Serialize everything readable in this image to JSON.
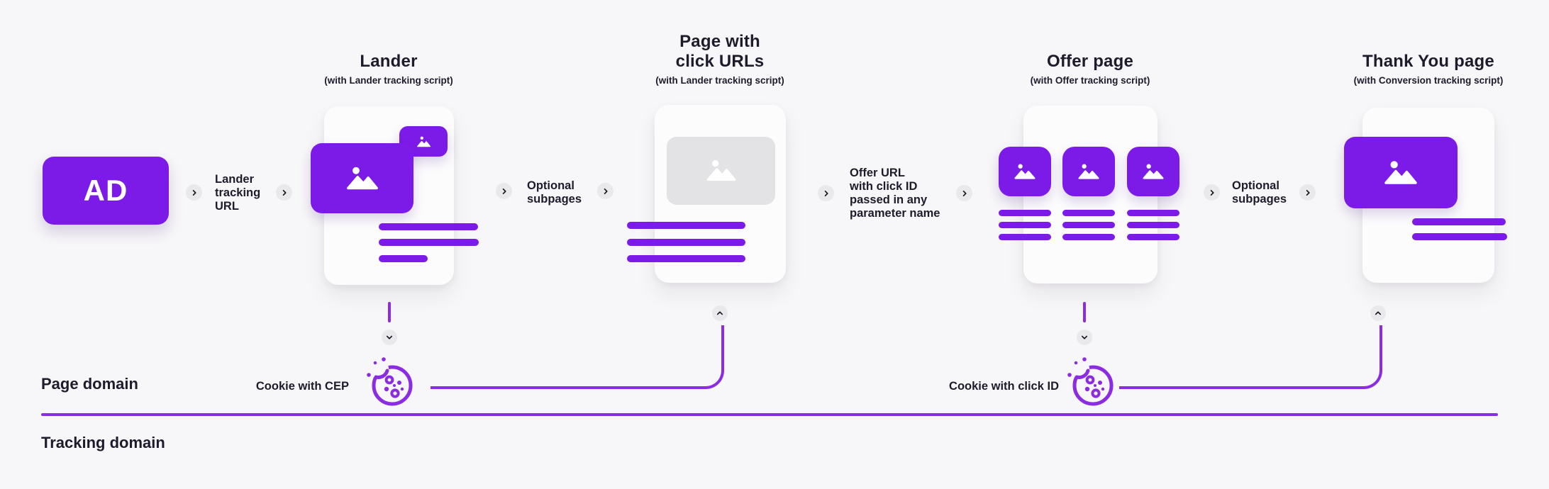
{
  "colors": {
    "background": "#f7f6f8",
    "accent_purple": "#7c1be8",
    "line_purple": "#8b2be2",
    "text_dark": "#1d1b2c",
    "card_bg": "#fcfcfd",
    "gray_placeholder": "#e3e3e5",
    "chevron_circle_bg": "#e9e8ea"
  },
  "icons": {
    "step_arrow": "chevron-right-icon",
    "flow_down": "chevron-down-icon",
    "flow_up": "chevron-up-icon",
    "cookie": "cookie-icon",
    "image_placeholder": "image-icon"
  },
  "flow": {
    "ad": {
      "label": "AD"
    },
    "lander_tracking_url_label": "Lander\ntracking\nURL",
    "lander": {
      "title": "Lander",
      "subtitle": "(with Lander tracking script)"
    },
    "optional_subpages_1": "Optional\nsubpages",
    "click_urls_page": {
      "title": "Page with\nclick URLs",
      "subtitle": "(with Lander tracking script)"
    },
    "offer_url_label": "Offer URL\nwith click ID\npassed in any\nparameter name",
    "offer_page": {
      "title": "Offer page",
      "subtitle": "(with Offer tracking script)"
    },
    "optional_subpages_2": "Optional\nsubpages",
    "thank_you_page": {
      "title": "Thank You page",
      "subtitle": "(with Conversion tracking script)"
    }
  },
  "cookies": {
    "cep_label": "Cookie with CEP",
    "click_id_label": "Cookie with click ID"
  },
  "domains": {
    "page_domain_label": "Page domain",
    "tracking_domain_label": "Tracking domain"
  }
}
